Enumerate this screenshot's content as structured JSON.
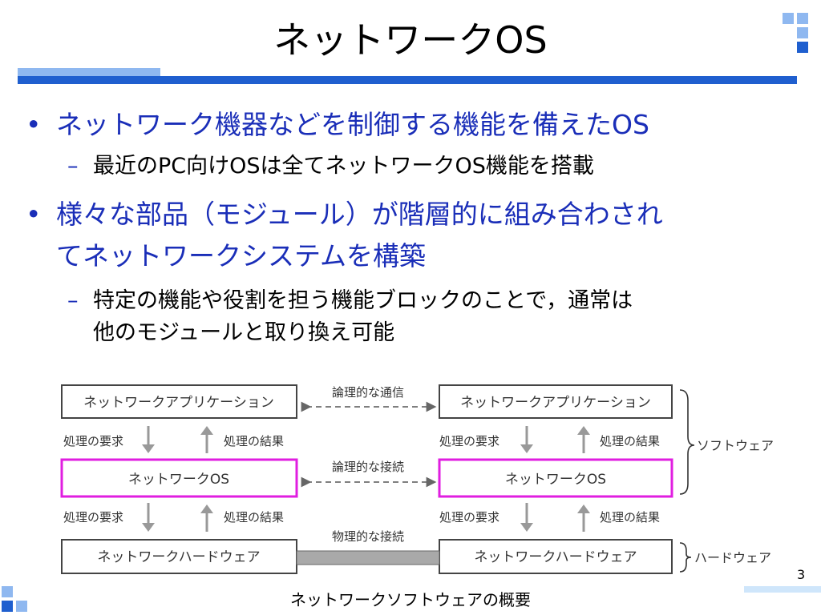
{
  "slide": {
    "title": "ネットワークOS",
    "page_number": "3",
    "caption": "ネットワークソフトウェアの概要"
  },
  "bullets": [
    {
      "text": "ネットワーク機器などを制御する機能を備えたOS",
      "subs": [
        "最近のPC向けOSは全てネットワークOS機能を搭載"
      ]
    },
    {
      "lines": [
        "様々な部品（モジュール）が階層的に組み合わされ",
        "てネットワークシステムを構築"
      ],
      "subs_lines": [
        "特定の機能や役割を担う機能ブロックのことで，通常は",
        "他のモジュールと取り換え可能"
      ]
    }
  ],
  "diagram": {
    "left": {
      "app": "ネットワークアプリケーション",
      "os": "ネットワークOS",
      "hw": "ネットワークハードウェア"
    },
    "right": {
      "app": "ネットワークアプリケーション",
      "os": "ネットワークOS",
      "hw": "ネットワークハードウェア"
    },
    "request_label": "処理の要求",
    "result_label": "処理の結果",
    "links": {
      "app": "論理的な通信",
      "os": "論理的な接続",
      "hw": "物理的な接続"
    },
    "groups": {
      "software": "ソフトウェア",
      "hardware": "ハードウェア"
    },
    "colors": {
      "os_border": "#e01ee0",
      "box_border": "#444444",
      "arrow": "#999999",
      "physical_bar": "#a9a9a9"
    }
  },
  "theme": {
    "accent": "#1f5fcf",
    "accent_light": "#8fb8f0",
    "bullet_color": "#1a2eb8"
  }
}
